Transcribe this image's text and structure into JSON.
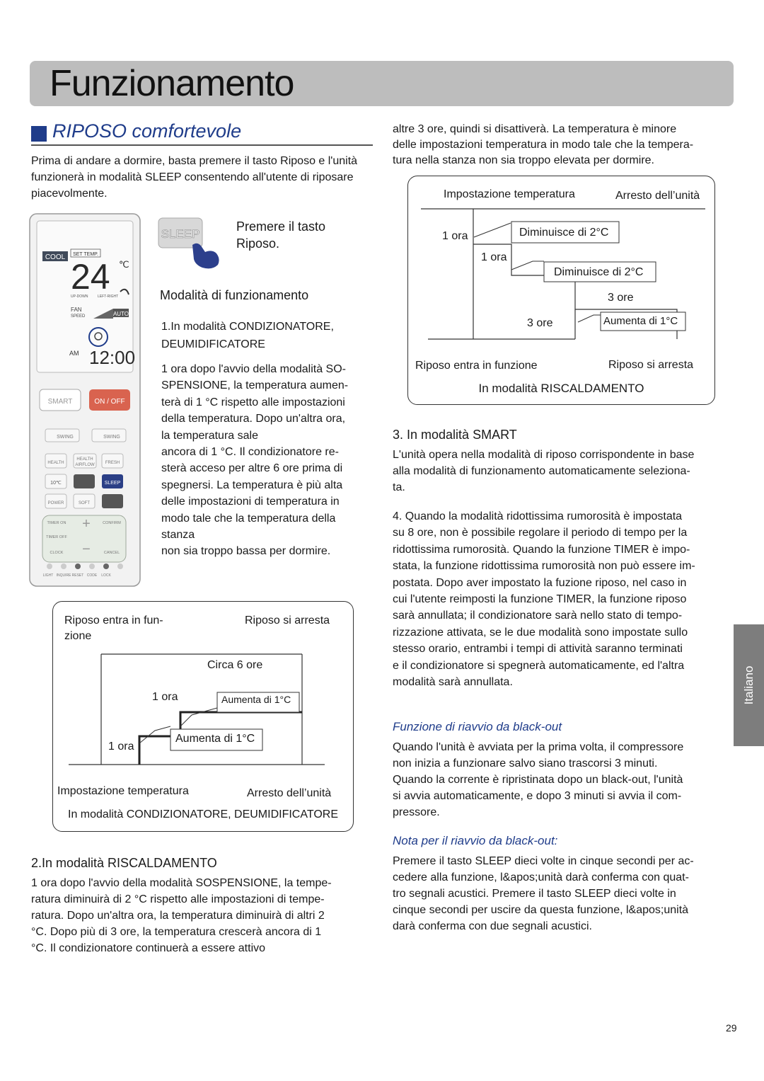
{
  "header": {
    "title": "Funzionamento"
  },
  "section": {
    "title": "RIPOSO comfortevole",
    "intro": "Prima di andare a dormire, basta premere il tasto Riposo e l'unità funzionerà in modalità SLEEP consentendo all'utente di riposare piacevolmente."
  },
  "remote": {
    "mode": "COOL",
    "set_temp_label": "SET TEMP.",
    "temperature": "24",
    "temp_unit": "℃",
    "updown_label": "UP-DOWN",
    "leftright_label": "LEFT-RIGHT",
    "fan_label": "FAN",
    "speed_label": "SPEED",
    "auto_label": "AUTO",
    "am_label": "AM",
    "clock": "12:00",
    "buttons": {
      "smart": "SMART",
      "onoff": "ON / OFF",
      "swing_ud": "SWING",
      "swing_lr": "SWING",
      "health": "HEALTH",
      "health_airflow_1": "HEALTH",
      "health_airflow_2": "AIRFLOW",
      "fresh": "FRESH",
      "ten_c": "10℃",
      "sleep": "SLEEP",
      "power": "POWER",
      "soft": "SOFT",
      "timer_on": "TIMER ON",
      "timer_off": "TIMER OFF",
      "clock": "CLOCK",
      "plus": "+",
      "minus": "−",
      "confirm": "CONFIRM",
      "cancel": "CANCEL"
    },
    "bottom_labels": [
      "LIGHT",
      "INQUIRE",
      "RESET",
      "CODE",
      "LOCK"
    ]
  },
  "sleep_key": {
    "label": "SLEEP"
  },
  "press_instruction": {
    "line1": "Premere il tasto",
    "line2": "Riposo."
  },
  "modes_heading": "Modalità di funzionamento",
  "mode1": {
    "title_line1": "1.In modalità CONDIZIONATORE,",
    "title_line2": "DEUMIDIFICATORE",
    "body": [
      "1 ora dopo l'avvio della modalità SO-",
      "SPENSIONE, la temperatura aumen-",
      "terà di 1 °C rispetto alle impostazioni",
      "della temperatura. Dopo un'altra ora,",
      "la temperatura sale",
      "ancora di 1 °C. Il condizionatore re-",
      "sterà acceso per altre 6 ore prima di",
      "spegnersi. La temperatura è più alta",
      "delle impostazioni di temperatura in",
      "modo tale che la temperatura della",
      "stanza",
      "non sia troppo bassa per dormire."
    ]
  },
  "diagram_cool": {
    "start_label_1": "Riposo entra in fun-",
    "start_label_2": "zione",
    "stop_label": "Riposo si arresta",
    "circa": "Circa 6 ore",
    "hour_upper": "1 ora",
    "hour_lower": "1 ora",
    "raise_upper": "Aumenta di 1°C",
    "raise_lower": "Aumenta di 1°C",
    "axis_left": "Impostazione temperatura",
    "axis_right": "Arresto dell’unità",
    "caption": "In modalità CONDIZIONATORE, DEUMIDIFICATORE"
  },
  "mode2": {
    "title": "2.In modalità RISCALDAMENTO",
    "body": [
      "1 ora dopo l'avvio della modalità SOSPENSIONE, la tempe-",
      "ratura diminuirà di  2 °C rispetto alle impostazioni di tempe-",
      "ratura. Dopo un'altra ora, la temperatura diminuirà di altri 2",
      "°C. Dopo più di 3 ore, la temperatura crescerà ancora di 1",
      "°C. Il condizionatore continuerà a essere attivo"
    ]
  },
  "right_intro": [
    "altre 3 ore, quindi si disattiverà. La temperatura è minore",
    "delle impostazioni temperatura in modo tale che la tempera-",
    "tura nella stanza non sia troppo elevata per dormire."
  ],
  "diagram_heat": {
    "axis_left": "Impostazione temperatura",
    "axis_right": "Arresto dell’unità",
    "hour_a": "1 ora",
    "hour_b": "1 ora",
    "decrease_a": "Diminuisce di 2°C",
    "decrease_b": "Diminuisce di 2°C",
    "hours_c": "3 ore",
    "hours_d": "3 ore",
    "raise": "Aumenta di 1°C",
    "start_label": "Riposo entra in funzione",
    "stop_label": "Riposo si arresta",
    "caption": "In modalità RISCALDAMENTO"
  },
  "mode3": {
    "title": "3. In modalità SMART",
    "body": [
      "L'unità opera nella modalità di riposo corrispondente in base",
      "alla modalità di funzionamento automaticamente seleziona-",
      "ta."
    ]
  },
  "mode4": {
    "body": [
      "4. Quando la modalità ridottissima rumorosità è impostata",
      "su 8 ore, non è possibile regolare il periodo di tempo per la",
      "ridottissima rumorosità. Quando la funzione TIMER è impo-",
      "stata, la funzione ridottissima rumorosità non può essere im-",
      "postata. Dopo aver impostato la fuzione riposo, nel caso in",
      "cui l'utente reimposti la funzione TIMER, la funzione riposo",
      "sarà annullata; il condizionatore sarà nello stato di tempo-",
      "rizzazione attivata, se le due modalità sono impostate sullo",
      "stesso orario, entrambi i tempi di attività saranno terminati",
      "e il condizionatore si spegnerà automaticamente, ed l'altra",
      "modalità sarà annullata."
    ]
  },
  "restart": {
    "title": "Funzione di riavvio da black-out",
    "body": [
      "Quando l'unità è avviata per la prima volta, il compressore",
      "non inizia a funzionare salvo siano trascorsi 3 minuti.",
      "Quando la corrente è ripristinata dopo un  black-out, l'unità",
      "si avvia automaticamente, e dopo 3 minuti si avvia il com-",
      "pressore."
    ]
  },
  "restart_note": {
    "title": "Nota per il riavvio da black-out:",
    "body": [
      "Premere il tasto SLEEP dieci volte in cinque secondi per ac-",
      "cedere alla funzione, l&apos;unità darà conferma con quat-",
      "tro segnali acustici. Premere il tasto SLEEP dieci volte in",
      "cinque secondi per uscire da questa funzione, l&apos;unità",
      "darà conferma con due segnali acustici."
    ]
  },
  "side_tab": "Italiano",
  "page_number": "29"
}
